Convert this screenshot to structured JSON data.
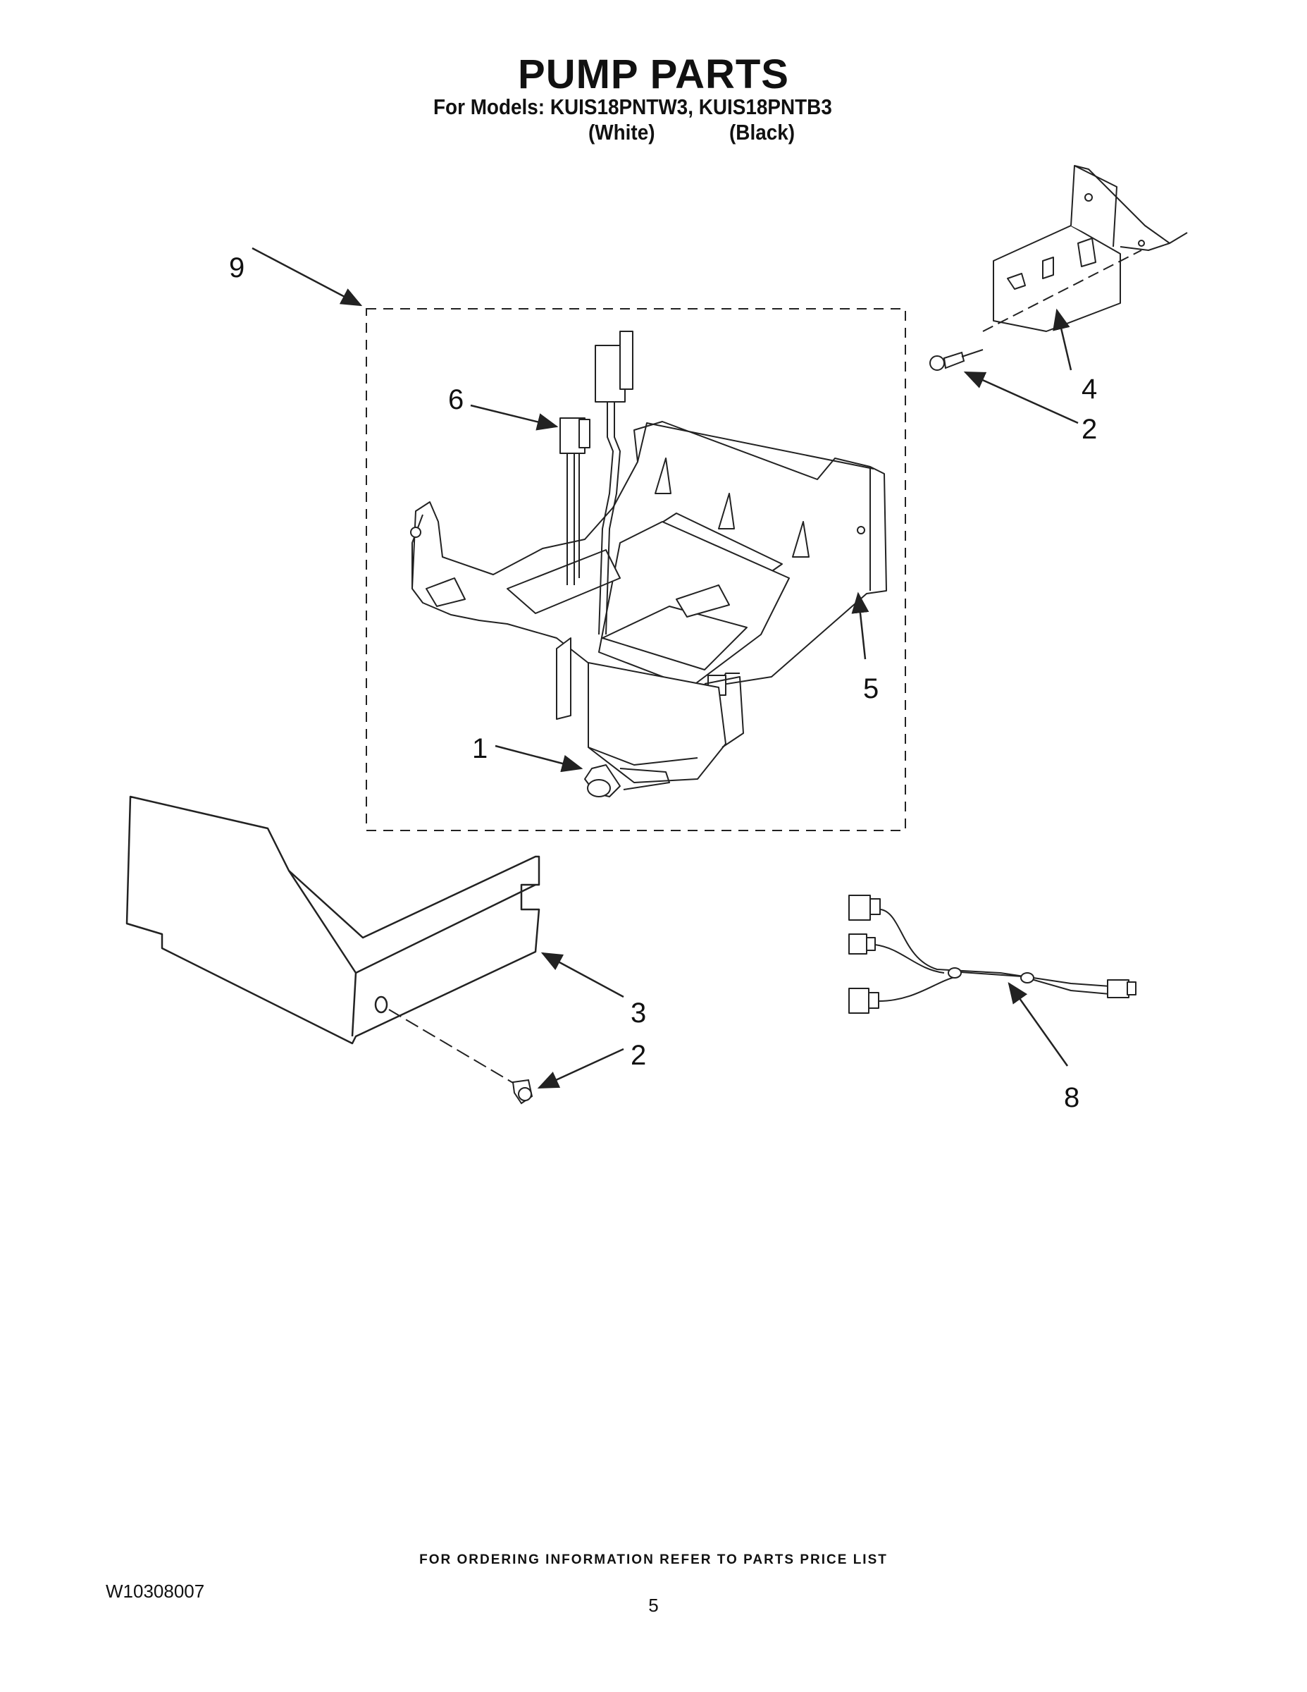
{
  "header": {
    "title": "PUMP PARTS",
    "models_line": "For Models: KUIS18PNTW3, KUIS18PNTB3",
    "variant_white": "(White)",
    "variant_black": "(Black)"
  },
  "callouts": {
    "c1": "1",
    "c2_upper": "2",
    "c2_lower": "2",
    "c3": "3",
    "c4": "4",
    "c5": "5",
    "c6": "6",
    "c8": "8",
    "c9": "9"
  },
  "footer": {
    "ordering_note": "FOR ORDERING INFORMATION REFER TO PARTS PRICE LIST",
    "document_number": "W10308007",
    "page_number": "5"
  }
}
